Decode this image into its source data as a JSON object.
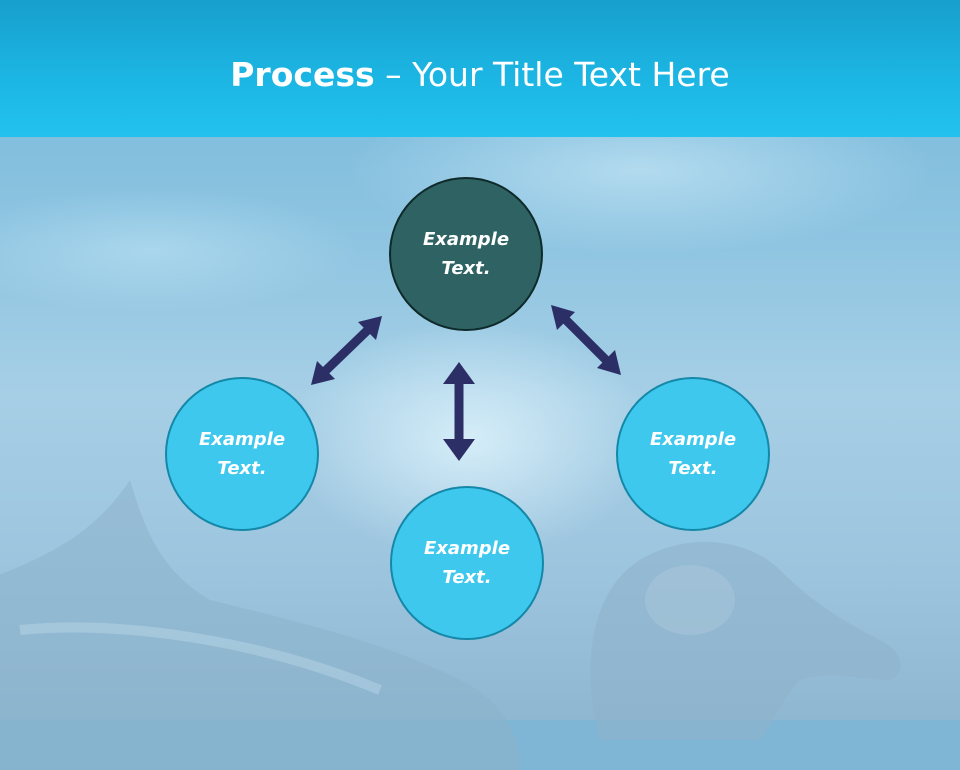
{
  "title": {
    "bold": "Process",
    "separator": " – ",
    "rest": "Your Title Text Here"
  },
  "diagram": {
    "center": {
      "label": "Example\nText."
    },
    "left": {
      "label": "Example\nText."
    },
    "bottom": {
      "label": "Example\nText."
    },
    "right": {
      "label": "Example\nText."
    }
  },
  "colors": {
    "header": "#1cb5e3",
    "center_fill": "#2f6363",
    "outer_fill": "#3fc8ee",
    "arrow": "#2b2f66"
  }
}
